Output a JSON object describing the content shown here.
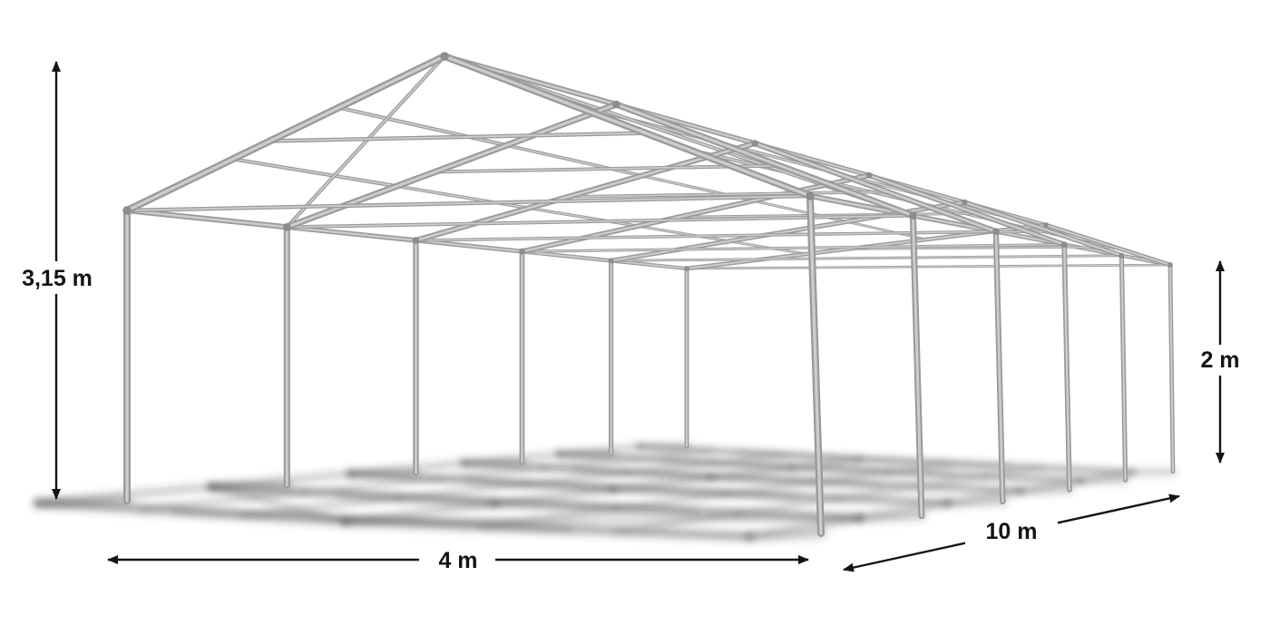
{
  "diagram": {
    "subject": "tent-frame-dimension-diagram",
    "dimensions": {
      "ridge_height": {
        "label": "3,15 m",
        "value_m": 3.15
      },
      "side_height": {
        "label": "2 m",
        "value_m": 2
      },
      "width": {
        "label": "4 m",
        "value_m": 4
      },
      "length": {
        "label": "10 m",
        "value_m": 10
      }
    },
    "frame": {
      "bays": 5,
      "legs_per_side": 6
    },
    "colors": {
      "background": "#ffffff",
      "frame_tube": "#9a9a9a",
      "frame_highlight": "#cccccc",
      "frame_joint": "#8d8d8d",
      "shadow": "#3d3d3d",
      "dimension": "#141414"
    }
  }
}
